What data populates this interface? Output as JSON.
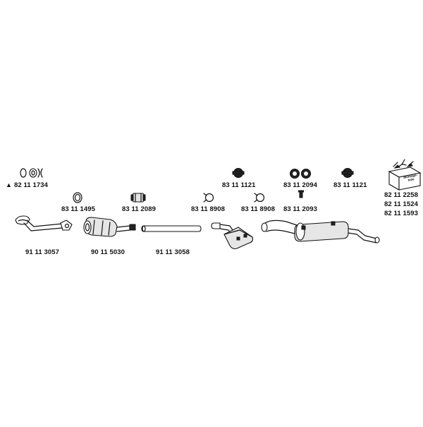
{
  "parts": {
    "gasket_set": {
      "number": "82 11 1734",
      "marker": "▲"
    },
    "ring_gasket": {
      "number": "83 11 1495"
    },
    "clamp_sleeve": {
      "number": "83 11 2089"
    },
    "hose_clamp_a": {
      "number": "83 11 8908"
    },
    "hose_clamp_b": {
      "number": "83 11 8908"
    },
    "rubber_mount_mid": {
      "number": "83 11 1121"
    },
    "rubber_mounts_pair": {
      "number": "83 11 2094"
    },
    "hanger_pin": {
      "number": "83 11 2093"
    },
    "rubber_mount_rear": {
      "number": "83 11 1121"
    },
    "mounting_kit": {
      "numbers": [
        "82 11 2258",
        "82 11 1524",
        "82 11 1593"
      ],
      "box_text_1": "Montage-",
      "box_text_2": "teile"
    },
    "front_pipe": {
      "number": "91 11 3057"
    },
    "catalytic_converter": {
      "number": "90 11 5030"
    },
    "intermediate_pipe": {
      "number": "91 11 3058"
    }
  }
}
